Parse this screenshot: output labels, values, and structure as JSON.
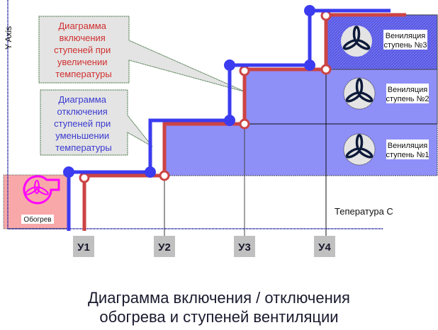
{
  "axis": {
    "y_label": "Y Axis",
    "x_label": "Тепература С"
  },
  "callouts": {
    "on": {
      "lines": [
        "Диаграмма",
        "включения",
        "ступеней при",
        "увеличении",
        "температуры"
      ],
      "color": "#d03030"
    },
    "off": {
      "lines": [
        "Диаграмма",
        "отключения",
        "ступеней при",
        "уменьшении",
        "температуры"
      ],
      "color": "#3a3ad0"
    }
  },
  "heating": {
    "label": "Обогрев",
    "icon": "heater-fan-icon",
    "fill": "#f8a8a8",
    "icon_color": "#ff00ff"
  },
  "stages": [
    {
      "label_1": "Вениляция",
      "label_2": "ступень №1",
      "icon": "fan-icon"
    },
    {
      "label_1": "Вениляция",
      "label_2": "ступень №2",
      "icon": "fan-icon"
    },
    {
      "label_1": "Вениляция",
      "label_2": "ступень №3",
      "icon": "fan-icon"
    }
  ],
  "thresholds": [
    "У1",
    "У2",
    "У3",
    "У4"
  ],
  "colors": {
    "switch_on_line": "#cc4444",
    "switch_off_line": "#3b3bf0",
    "stage_fill": "#8f8ff8",
    "stage3_fill": "#6e6ef0"
  },
  "caption": {
    "line1": "Диаграмма включения / отключения",
    "line2": "обогрева и ступеней вентиляции"
  }
}
